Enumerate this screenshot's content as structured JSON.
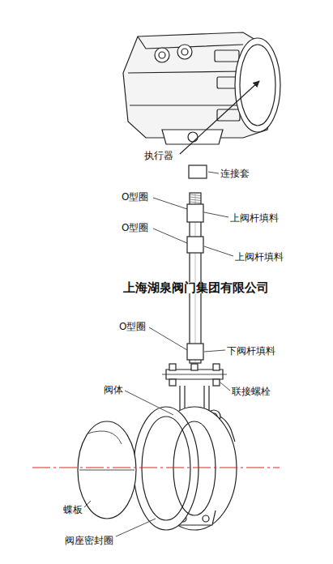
{
  "diagram": {
    "labels": [
      "执行器",
      "连接套",
      "O型圈",
      "上阀杆填料",
      "O型圈",
      "上阀杆填料",
      "上海湖泉阀门集团有限公司",
      "O型圈",
      "下阀杆填料",
      "阀体",
      "联接螺栓",
      "蝶板",
      "阀座密封圈"
    ]
  }
}
